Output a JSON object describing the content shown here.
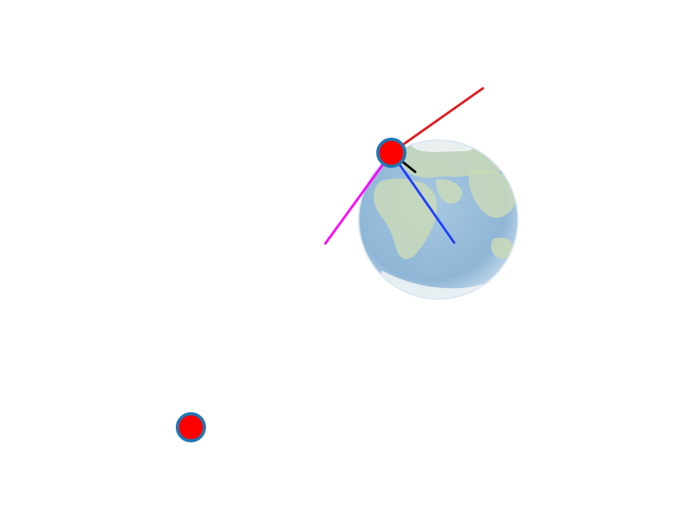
{
  "scene": {
    "background": "#ffffff",
    "globe": {
      "icon": "earth-globe",
      "ocean_color": "#8fb8d8",
      "land_color": "#c9d9b8",
      "ice_color": "#eef3f5"
    },
    "markers": [
      {
        "name": "satellite-marker",
        "fill": "#ff0000",
        "stroke": "#1f77b4"
      },
      {
        "name": "reference-marker",
        "fill": "#ff0000",
        "stroke": "#1f77b4"
      }
    ],
    "vectors": [
      {
        "name": "red-axis-vector",
        "color": "#e31a1c"
      },
      {
        "name": "magenta-axis-vector",
        "color": "#ff00ff"
      },
      {
        "name": "blue-axis-vector",
        "color": "#1f3fff"
      },
      {
        "name": "black-axis-vector",
        "color": "#000000"
      }
    ]
  }
}
